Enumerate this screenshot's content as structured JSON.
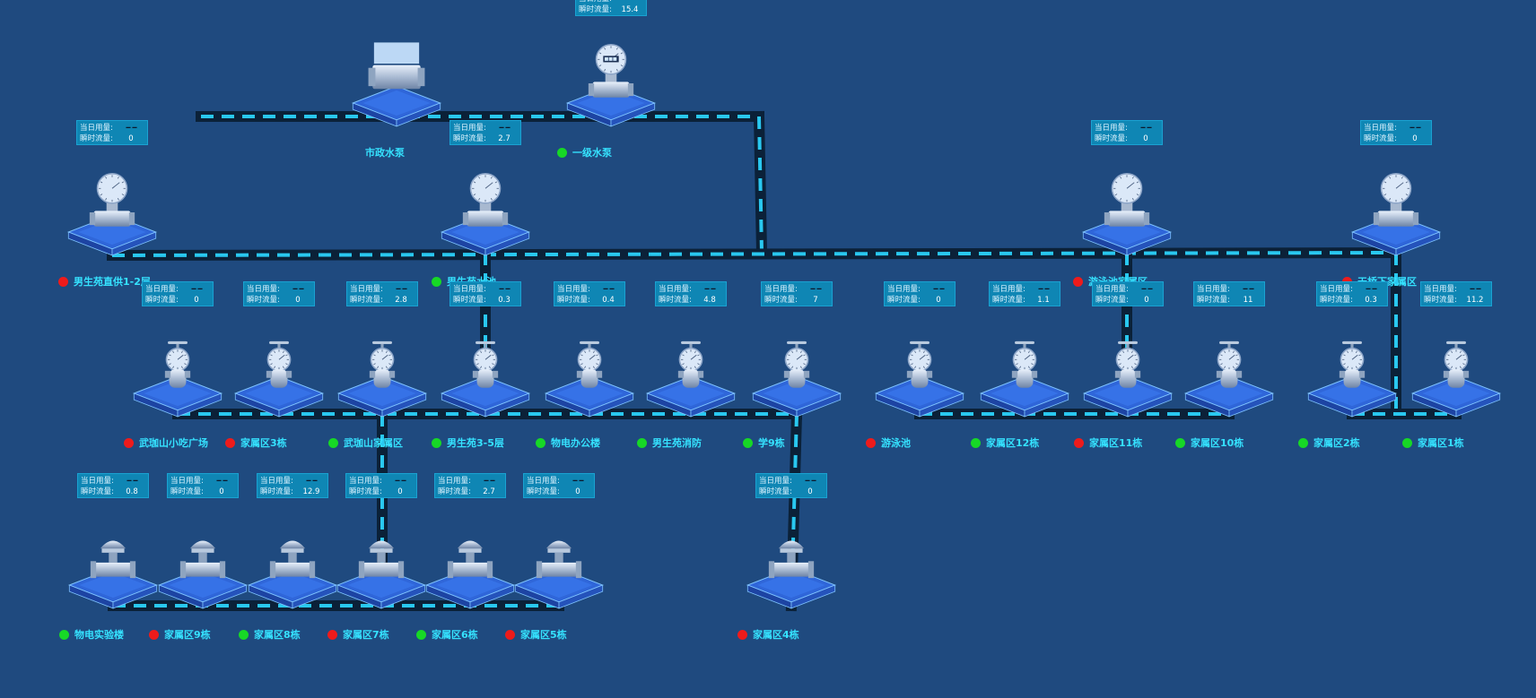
{
  "labels": {
    "daily_usage": "当日用量:",
    "instant_flow": "瞬时流量:"
  },
  "colors": {
    "background": "#1f4a7f",
    "pipe_dark": "#0b2138",
    "pipe_flow": "#29c8f0",
    "label": "#35e2ff",
    "status_ok": "#17d826",
    "status_alarm": "#ee1b1b"
  },
  "nodes": [
    {
      "id": "municipal",
      "name": "市政水泵",
      "type": "pump",
      "status": "",
      "daily": "",
      "flow": ""
    },
    {
      "id": "primary",
      "name": "一级水泵",
      "type": "meter-digital",
      "status": "green",
      "daily": "-- --",
      "flow": "15.4"
    },
    {
      "id": "boys-supply",
      "name": "男生苑直供1-2层",
      "type": "meter",
      "status": "red",
      "daily": "-- --",
      "flow": "0"
    },
    {
      "id": "boys-pool",
      "name": "男生苑水池",
      "type": "meter",
      "status": "green",
      "daily": "-- --",
      "flow": "2.7"
    },
    {
      "id": "swim-family",
      "name": "游泳池家属区",
      "type": "meter",
      "status": "red",
      "daily": "-- --",
      "flow": "0"
    },
    {
      "id": "tianqiao",
      "name": "天桥下家属区",
      "type": "meter",
      "status": "red",
      "daily": "-- --",
      "flow": "0"
    },
    {
      "id": "snack",
      "name": "武珈山小吃广场",
      "type": "valve-meter",
      "status": "red",
      "daily": "-- --",
      "flow": "0"
    },
    {
      "id": "fam3",
      "name": "家属区3栋",
      "type": "valve-meter",
      "status": "red",
      "daily": "-- --",
      "flow": "0"
    },
    {
      "id": "wjs-family",
      "name": "武珈山家属区",
      "type": "valve-meter",
      "status": "green",
      "daily": "-- --",
      "flow": "2.8"
    },
    {
      "id": "boys35",
      "name": "男生苑3-5层",
      "type": "valve-meter",
      "status": "green",
      "daily": "-- --",
      "flow": "0.3"
    },
    {
      "id": "physics-office",
      "name": "物电办公楼",
      "type": "valve-meter",
      "status": "green",
      "daily": "-- --",
      "flow": "0.4"
    },
    {
      "id": "boys-fire",
      "name": "男生苑消防",
      "type": "valve-meter",
      "status": "green",
      "daily": "-- --",
      "flow": "4.8"
    },
    {
      "id": "xue9",
      "name": "学9栋",
      "type": "valve-meter",
      "status": "green",
      "daily": "-- --",
      "flow": "7"
    },
    {
      "id": "swimpool",
      "name": "游泳池",
      "type": "valve-meter",
      "status": "red",
      "daily": "-- --",
      "flow": "0"
    },
    {
      "id": "fam12",
      "name": "家属区12栋",
      "type": "valve-meter",
      "status": "green",
      "daily": "-- --",
      "flow": "1.1"
    },
    {
      "id": "fam11",
      "name": "家属区11栋",
      "type": "valve-meter",
      "status": "red",
      "daily": "-- --",
      "flow": "0"
    },
    {
      "id": "fam10",
      "name": "家属区10栋",
      "type": "valve-meter",
      "status": "green",
      "daily": "-- --",
      "flow": "11"
    },
    {
      "id": "fam2",
      "name": "家属区2栋",
      "type": "valve-meter",
      "status": "green",
      "daily": "-- --",
      "flow": "0.3"
    },
    {
      "id": "fam1",
      "name": "家属区1栋",
      "type": "valve-meter",
      "status": "green",
      "daily": "-- --",
      "flow": "11.2"
    },
    {
      "id": "physics-lab",
      "name": "物电实验楼",
      "type": "valve",
      "status": "green",
      "daily": "-- --",
      "flow": "0.8"
    },
    {
      "id": "fam9",
      "name": "家属区9栋",
      "type": "valve",
      "status": "red",
      "daily": "-- --",
      "flow": "0"
    },
    {
      "id": "fam8",
      "name": "家属区8栋",
      "type": "valve",
      "status": "green",
      "daily": "-- --",
      "flow": "12.9"
    },
    {
      "id": "fam7",
      "name": "家属区7栋",
      "type": "valve",
      "status": "red",
      "daily": "-- --",
      "flow": "0"
    },
    {
      "id": "fam6",
      "name": "家属区6栋",
      "type": "valve",
      "status": "green",
      "daily": "-- --",
      "flow": "2.7"
    },
    {
      "id": "fam5",
      "name": "家属区5栋",
      "type": "valve",
      "status": "red",
      "daily": "-- --",
      "flow": "0"
    },
    {
      "id": "fam4",
      "name": "家属区4栋",
      "type": "valve",
      "status": "red",
      "daily": "-- --",
      "flow": "0"
    }
  ]
}
